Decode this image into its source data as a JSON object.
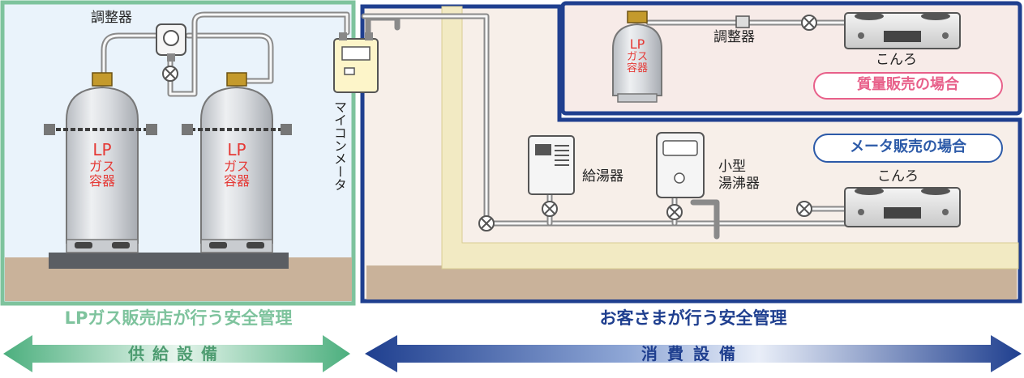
{
  "supply": {
    "regulator_label": "調整器",
    "cylinder_text_1": [
      "LP",
      "ガス",
      "容器"
    ],
    "cylinder_text_2": [
      "LP",
      "ガス",
      "容器"
    ],
    "meter_label": "マイコンメータ",
    "footer_title": "LPガス販売店が行う安全管理",
    "arrow_label": "供給設備"
  },
  "consumer": {
    "mass_sale": {
      "cylinder_text": [
        "LP",
        "ガス",
        "容器"
      ],
      "regulator_label": "調整器",
      "stove_label": "こんろ",
      "badge": "質量販売の場合"
    },
    "meter_sale": {
      "badge": "メータ販売の場合",
      "water_heater_label": "給湯器",
      "small_heater_label": [
        "小型",
        "湯沸器"
      ],
      "stove_label": "こんろ"
    },
    "footer_title": "お客さまが行う安全管理",
    "arrow_label": "消費設備"
  },
  "colors": {
    "supply_accent": "#7ec39d",
    "consumer_accent": "#1f3f8f",
    "cylinder_text": "#e53935",
    "mass_badge": "#e8608a",
    "meter_badge": "#2c5aa8",
    "ground": "#c9b29a",
    "wall": "#f2eac3"
  }
}
